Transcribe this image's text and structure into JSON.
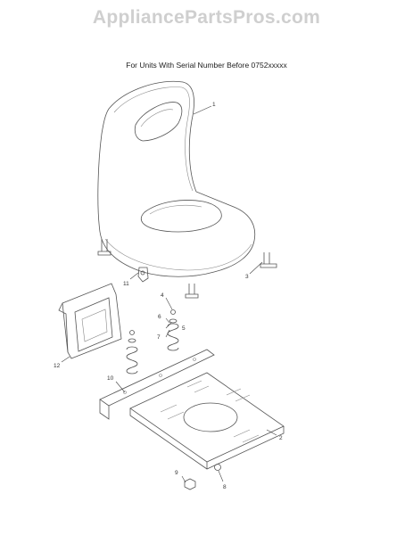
{
  "watermark": "AppliancePartsPros.com",
  "subtitle": "For Units With Serial Number Before 0752xxxxx",
  "callouts": [
    "1",
    "2",
    "3",
    "4",
    "5",
    "6",
    "7",
    "8",
    "9",
    "10",
    "11",
    "12"
  ]
}
